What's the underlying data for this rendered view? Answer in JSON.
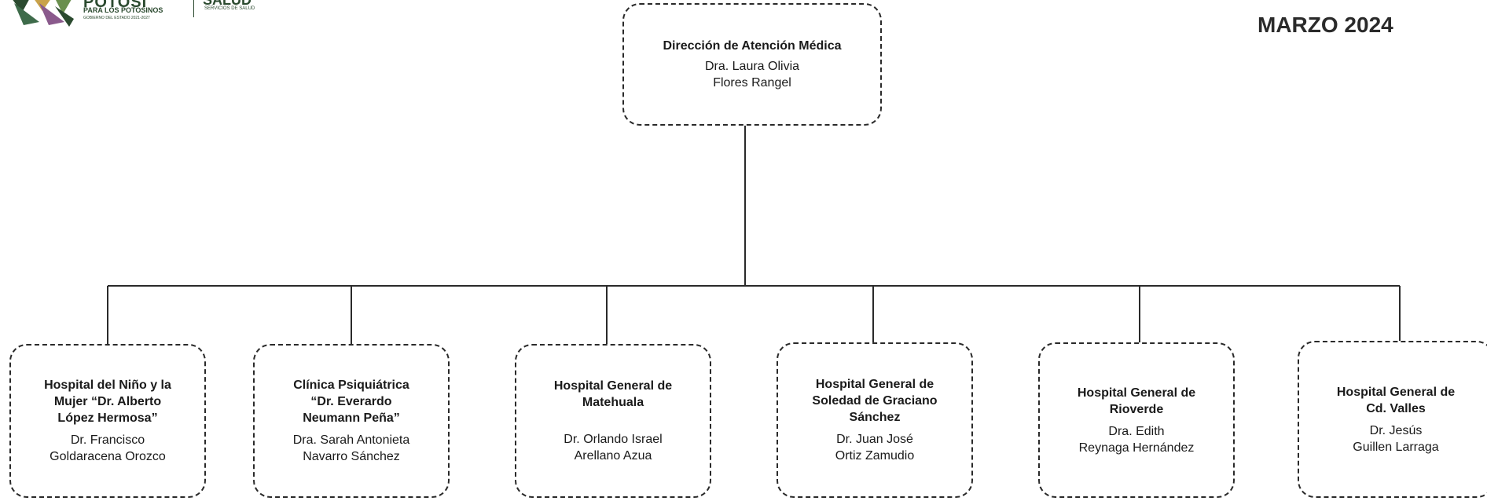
{
  "header": {
    "logo": {
      "wordmark": "POTOSÍ",
      "tagline": "PARA LOS POTOSINOS",
      "government": "GOBIERNO DEL ESTADO 2021-2027",
      "agency": "SALUD",
      "agency_sub": "SERVICIOS DE SALUD"
    },
    "date": "MARZO 2024"
  },
  "colors": {
    "line": "#2a2a2a",
    "text": "#1a1a1a",
    "logo_green": "#2b4a2f"
  },
  "chart": {
    "root": {
      "unit": "Dirección de Atención Médica",
      "person_lines": [
        "Dra. Laura Olivia",
        "Flores Rangel"
      ]
    },
    "children": [
      {
        "unit_lines": [
          "Hospital del Niño y la",
          "Mujer “Dr. Alberto",
          "López Hermosa”"
        ],
        "person_lines": [
          "Dr. Francisco",
          "Goldaracena Orozco"
        ]
      },
      {
        "unit_lines": [
          "Clínica Psiquiátrica",
          "“Dr. Everardo",
          "Neumann Peña”"
        ],
        "person_lines": [
          "Dra. Sarah Antonieta",
          "Navarro Sánchez"
        ]
      },
      {
        "unit_lines": [
          "Hospital General de",
          "Matehuala"
        ],
        "person_lines": [
          "Dr. Orlando Israel",
          "Arellano Azua"
        ]
      },
      {
        "unit_lines": [
          "Hospital General de",
          "Soledad de Graciano",
          "Sánchez"
        ],
        "person_lines": [
          "Dr. Juan José",
          "Ortiz Zamudio"
        ]
      },
      {
        "unit_lines": [
          "Hospital General de",
          "Rioverde"
        ],
        "person_lines": [
          "Dra. Edith",
          "Reynaga Hernández"
        ]
      },
      {
        "unit_lines": [
          "Hospital General de",
          "Cd. Valles"
        ],
        "person_lines": [
          "Dr. Jesús",
          "Guillen Larraga"
        ]
      }
    ]
  }
}
